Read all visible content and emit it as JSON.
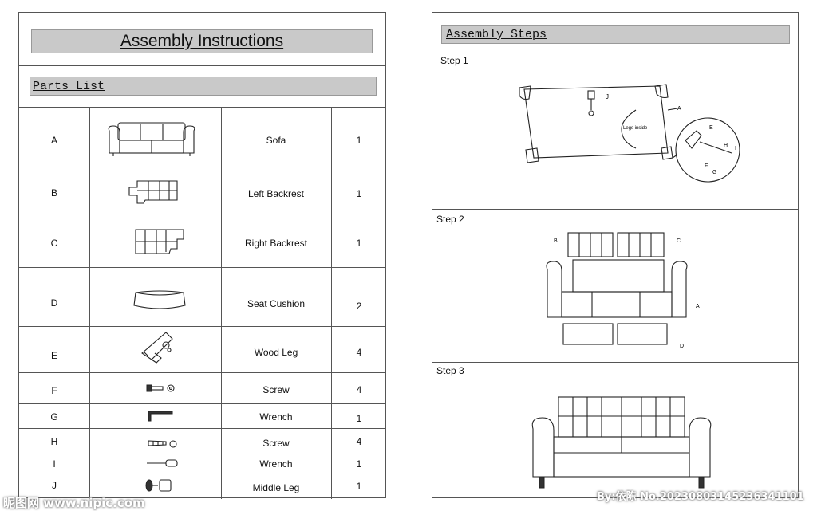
{
  "left": {
    "title": "Assembly Instructions",
    "parts_heading": "Parts List",
    "parts": [
      {
        "code": "A",
        "name": "Sofa",
        "qty": "1",
        "icon": "sofa-icon"
      },
      {
        "code": "B",
        "name": "Left Backrest",
        "qty": "1",
        "icon": "left-backrest-icon"
      },
      {
        "code": "C",
        "name": "Right Backrest",
        "qty": "1",
        "icon": "right-backrest-icon"
      },
      {
        "code": "D",
        "name": "Seat Cushion",
        "qty": "2",
        "icon": "seat-cushion-icon"
      },
      {
        "code": "E",
        "name": "Wood Leg",
        "qty": "4",
        "icon": "wood-leg-icon"
      },
      {
        "code": "F",
        "name": "Screw",
        "qty": "4",
        "icon": "screw-with-washer-icon"
      },
      {
        "code": "G",
        "name": "Wrench",
        "qty": "1",
        "icon": "allen-wrench-icon"
      },
      {
        "code": "H",
        "name": "Screw",
        "qty": "4",
        "icon": "wood-screw-icon"
      },
      {
        "code": "I",
        "name": "Wrench",
        "qty": "1",
        "icon": "screwdriver-icon"
      },
      {
        "code": "J",
        "name": "Middle Leg",
        "qty": "1",
        "icon": "middle-leg-icon"
      }
    ]
  },
  "right": {
    "heading": "Assembly Steps",
    "steps": [
      {
        "label": "Step 1",
        "callouts": {
          "a": "A",
          "j": "J",
          "e": "E",
          "h": "H",
          "i": "I",
          "f": "F",
          "g": "G",
          "note": "Legs inside"
        }
      },
      {
        "label": "Step 2",
        "callouts": {
          "a": "A",
          "b": "B",
          "c": "C",
          "d": "D"
        }
      },
      {
        "label": "Step 3"
      }
    ]
  },
  "watermark": {
    "left": "昵图网 www.nipic.com",
    "right": "By:依陈 No.20230803145236341101"
  }
}
